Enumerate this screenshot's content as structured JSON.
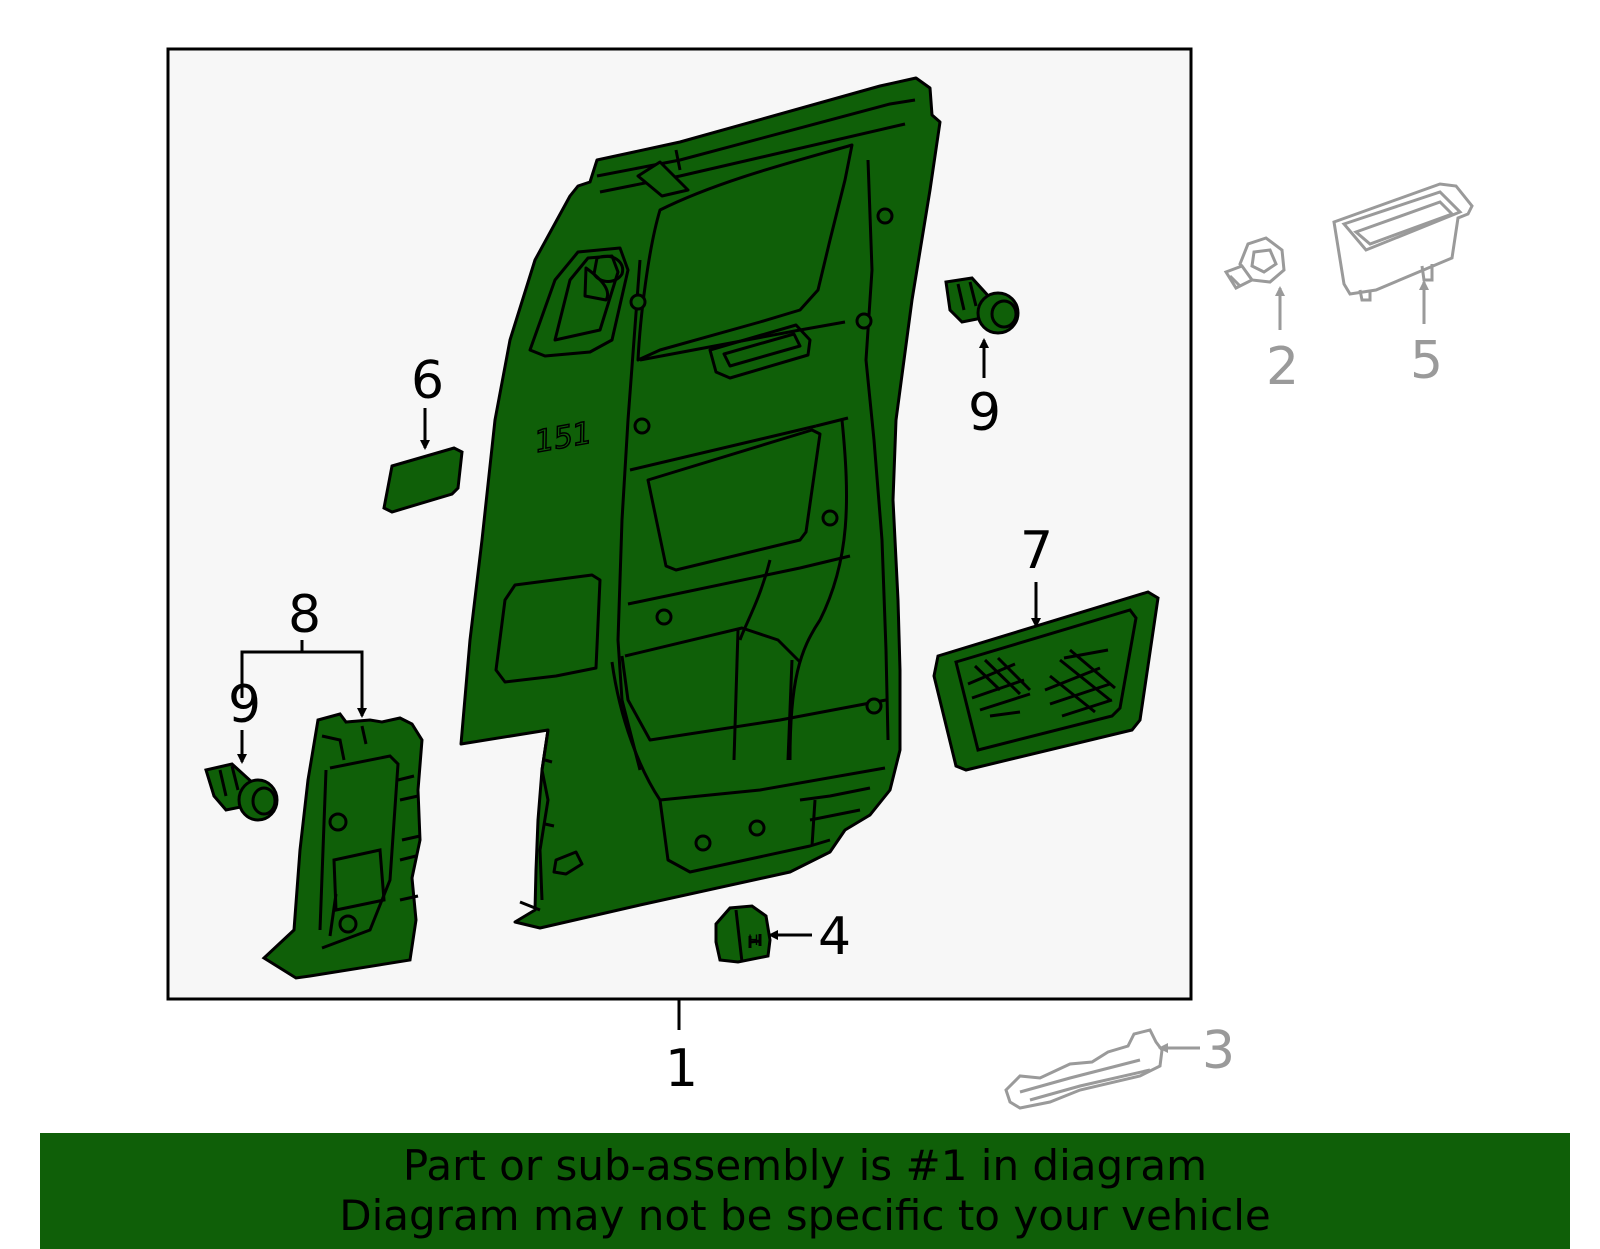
{
  "colors": {
    "part_fill": "#0f5f08",
    "outline": "#000000",
    "frame_bg": "#f7f7f7",
    "ghost_part": "#9a9a9a",
    "banner_bg": "#0f5f08"
  },
  "callouts": {
    "c1": "1",
    "c2": "2",
    "c3": "3",
    "c4": "4",
    "c5": "5",
    "c6": "6",
    "c7": "7",
    "c8": "8",
    "c9_upper": "9",
    "c9_lower": "9"
  },
  "part_marks": {
    "panel_marking": "151",
    "clip_marking": "H"
  },
  "banner": {
    "line1": "Part or sub-assembly is #1 in diagram",
    "line2": "Diagram may not be specific to your vehicle"
  }
}
